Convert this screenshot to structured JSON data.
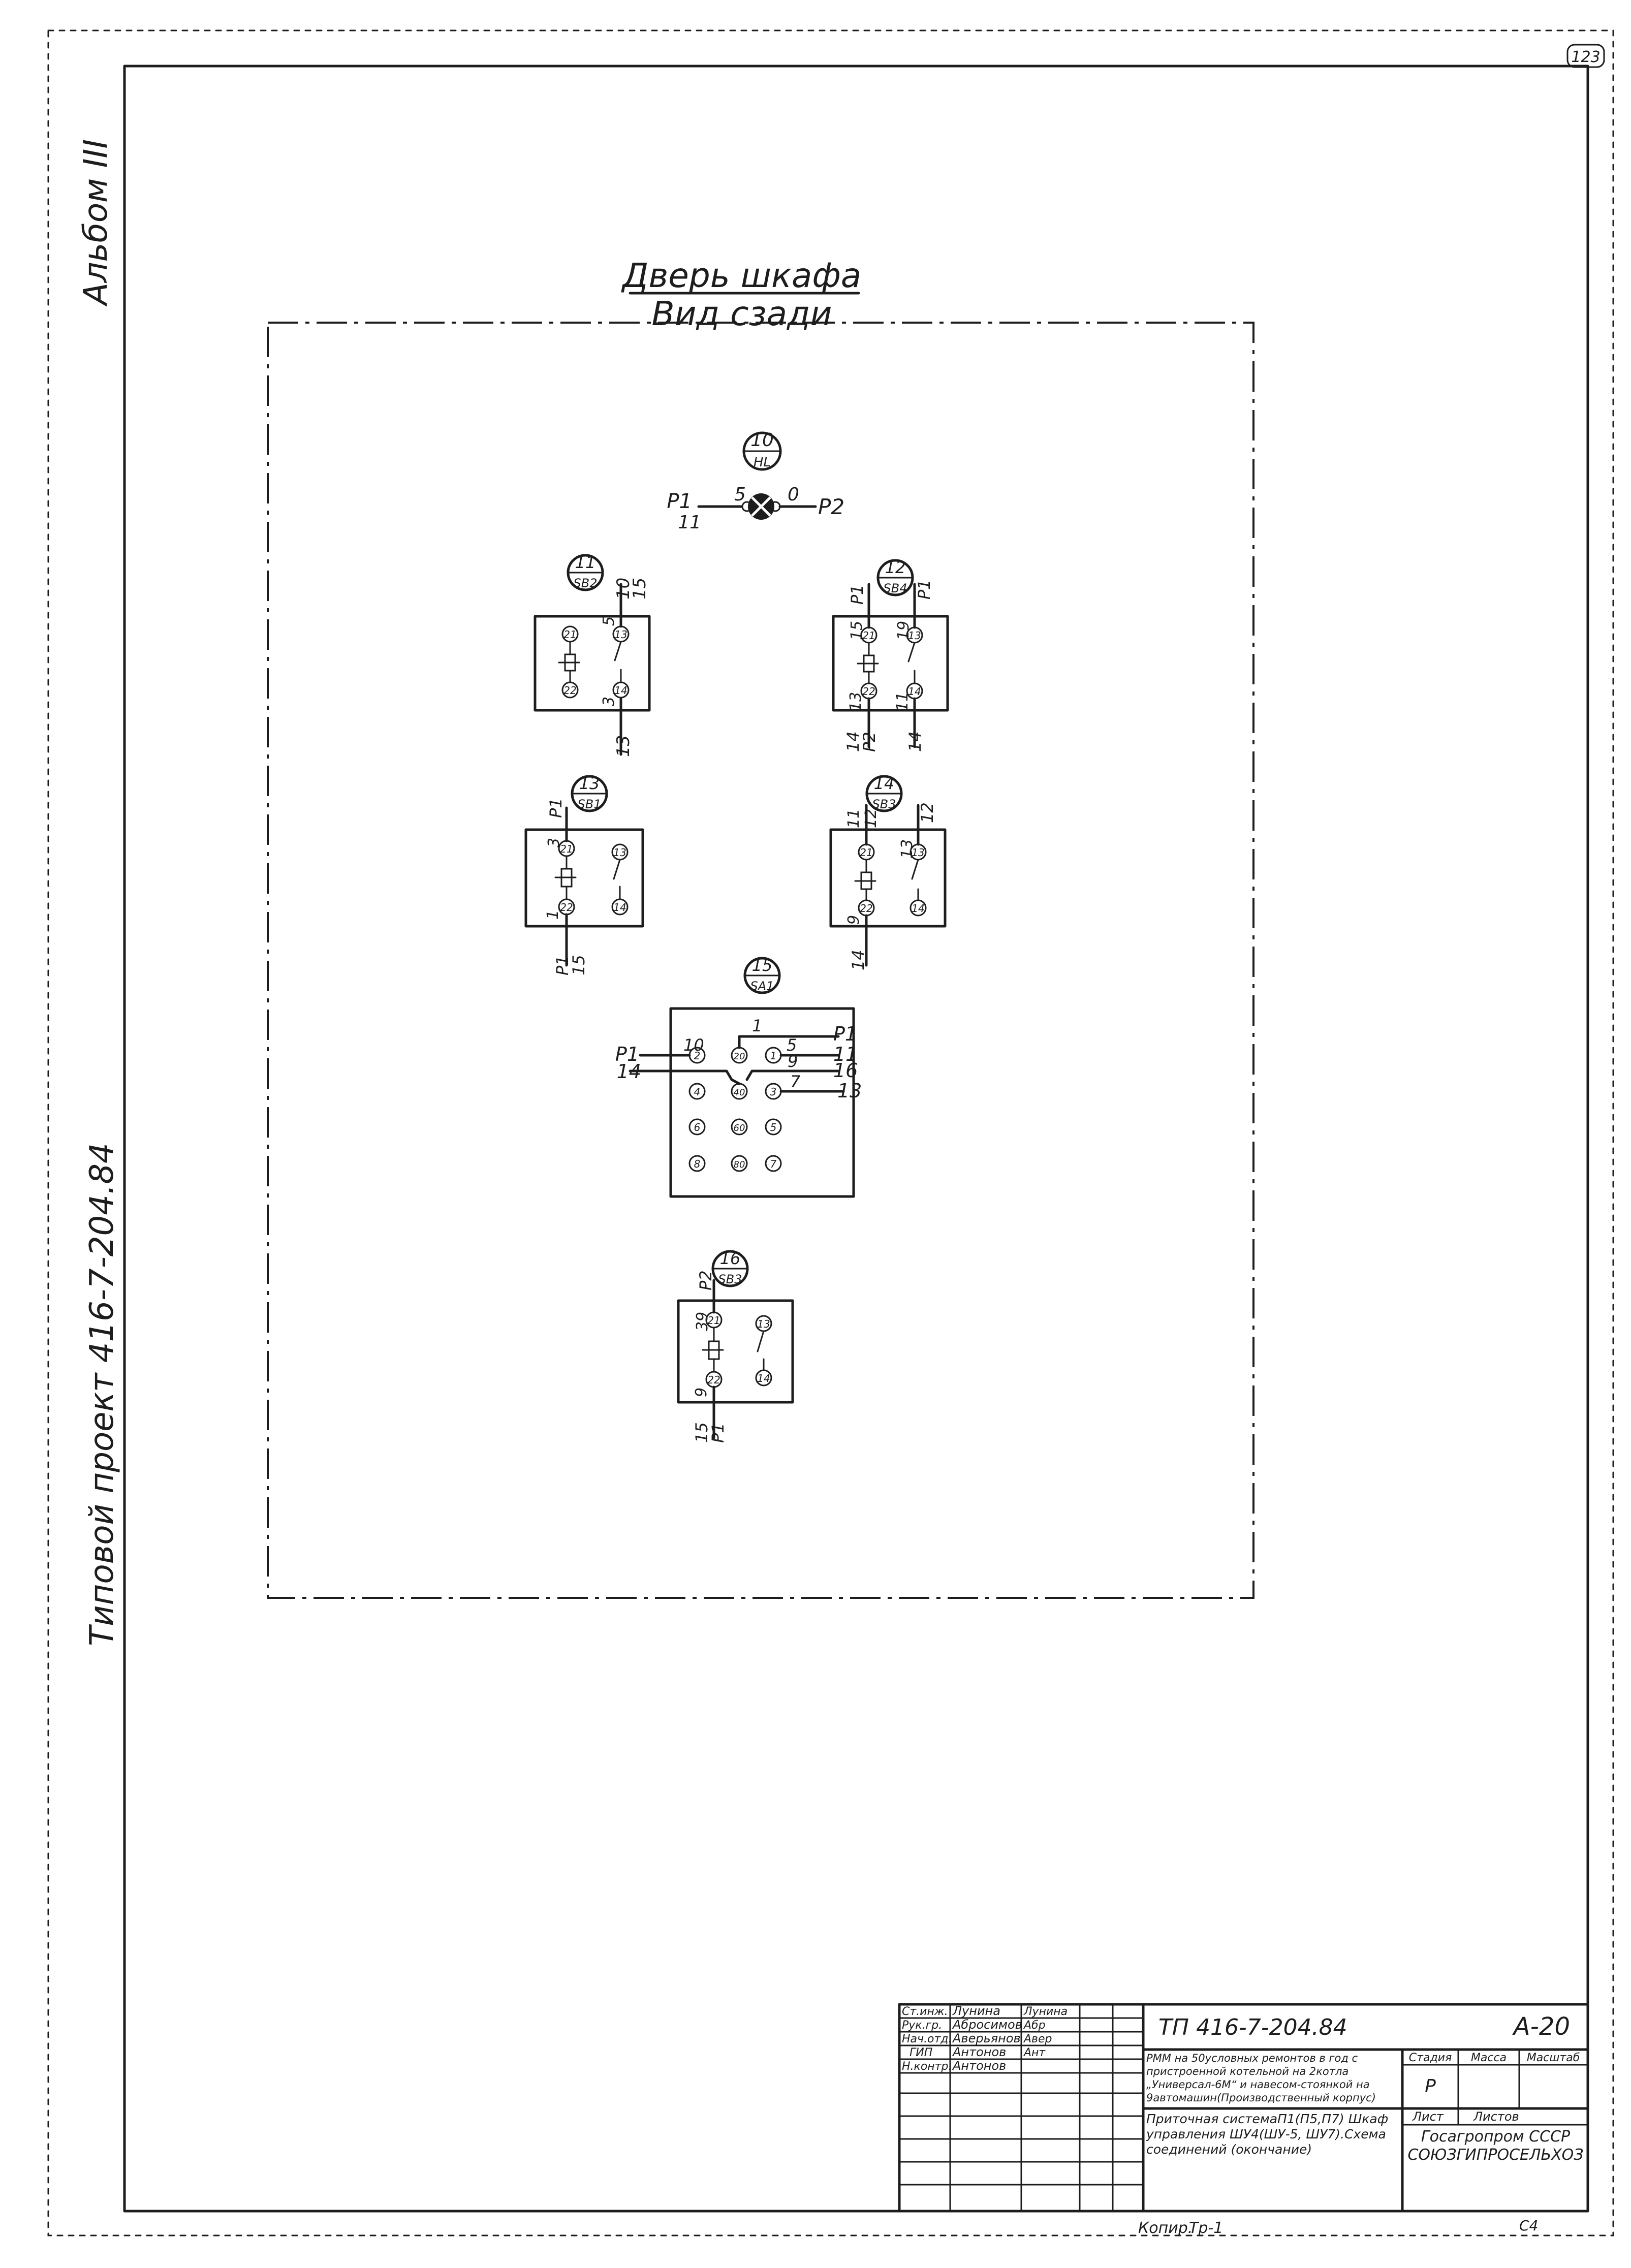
{
  "sheet_number": "123",
  "album_label": "Альбом III",
  "project_side_label": "Типовой проект 416-7-204.84",
  "title": {
    "line1": "Дверь шкафа",
    "line2": "Вид сзади"
  },
  "devices": [
    {
      "tag": "10",
      "type": "HL"
    },
    {
      "tag": "11",
      "type": "SB2"
    },
    {
      "tag": "12",
      "type": "SB4"
    },
    {
      "tag": "13",
      "type": "SB1"
    },
    {
      "tag": "14",
      "type": "SB3"
    },
    {
      "tag": "15",
      "type": "SA1"
    },
    {
      "tag": "16",
      "type": "SB3"
    }
  ],
  "wires": {
    "hl": {
      "left_top": "P1",
      "left_bottom": "11",
      "left_num": "5",
      "right_num": "0",
      "right": "P2"
    },
    "sb2": {
      "top_a": "10",
      "top_b": "15",
      "top_c": "5",
      "bottom_a": "3",
      "bottom_b": "13"
    },
    "sb4": {
      "t1": "P1",
      "t2": "15",
      "t3": "19",
      "t4": "P1",
      "m1": "13",
      "m2": "11",
      "b1": "14",
      "b2": "P2",
      "b3": "14"
    },
    "sb1": {
      "t1": "P1",
      "t2": "3",
      "b1": "1",
      "b2": "P1",
      "b3": "15"
    },
    "sb3": {
      "t1": "11",
      "t2": "12",
      "t3": "13",
      "t4": "12",
      "b1": "9",
      "b2": "14"
    },
    "sa1": {
      "r1": "P1",
      "r2": "11",
      "r3": "16",
      "r4": "13",
      "l1": "P1",
      "l2": "14",
      "n1": "10",
      "n2": "1",
      "n3": "5",
      "n4": "9",
      "n5": "7"
    },
    "sb3b": {
      "t1": "P2",
      "t2": "39",
      "b1": "9",
      "b2": "15",
      "b3": "P1"
    }
  },
  "terminals": {
    "sa1_grid": [
      "2",
      "20",
      "1",
      "4",
      "40",
      "3",
      "6",
      "60",
      "5",
      "8",
      "80",
      "7"
    ],
    "btn_top": "21",
    "btn_bottom": "22",
    "btn_right_top": "13",
    "btn_right_bottom": "14"
  },
  "stamp": {
    "rows": [
      {
        "role": "Ст.инж.",
        "name": "Лунина",
        "sign": "Лунина"
      },
      {
        "role": "Рук.гр.",
        "name": "Абросимов",
        "sign": "Абр"
      },
      {
        "role": "Нач.отд.",
        "name": "Аверьянов",
        "sign": "Авер"
      },
      {
        "role": "ГИП",
        "name": "Антонов",
        "sign": "Ант"
      },
      {
        "role": "Н.контр.",
        "name": "Антонов",
        "sign": ""
      }
    ],
    "doc_code": "ТП 416-7-204.84",
    "sheet_code": "А-20",
    "description": "РММ на 50условных ремонтов в год с пристроенной котельной на 2котла „Универсал-6М“ и навесом-стоянкой на 9автомашин(Производственный корпус)",
    "drawing_title": "Приточная системаП1(П5,П7) Шкаф управления ШУ4(ШУ-5, ШУ7).Схема соединений (окончание)",
    "stage_header": "Стадия",
    "mass_header": "Масса",
    "scale_header": "Масштаб",
    "stage_value": "Р",
    "sheet_header": "Лист",
    "sheets_header": "Листов",
    "organization": "Госагропром СССР СОЮЗГИПРОСЕЛЬХОЗ",
    "copy_label": "Копир.",
    "copy_value": "Тр-1",
    "format_label": "С4"
  }
}
